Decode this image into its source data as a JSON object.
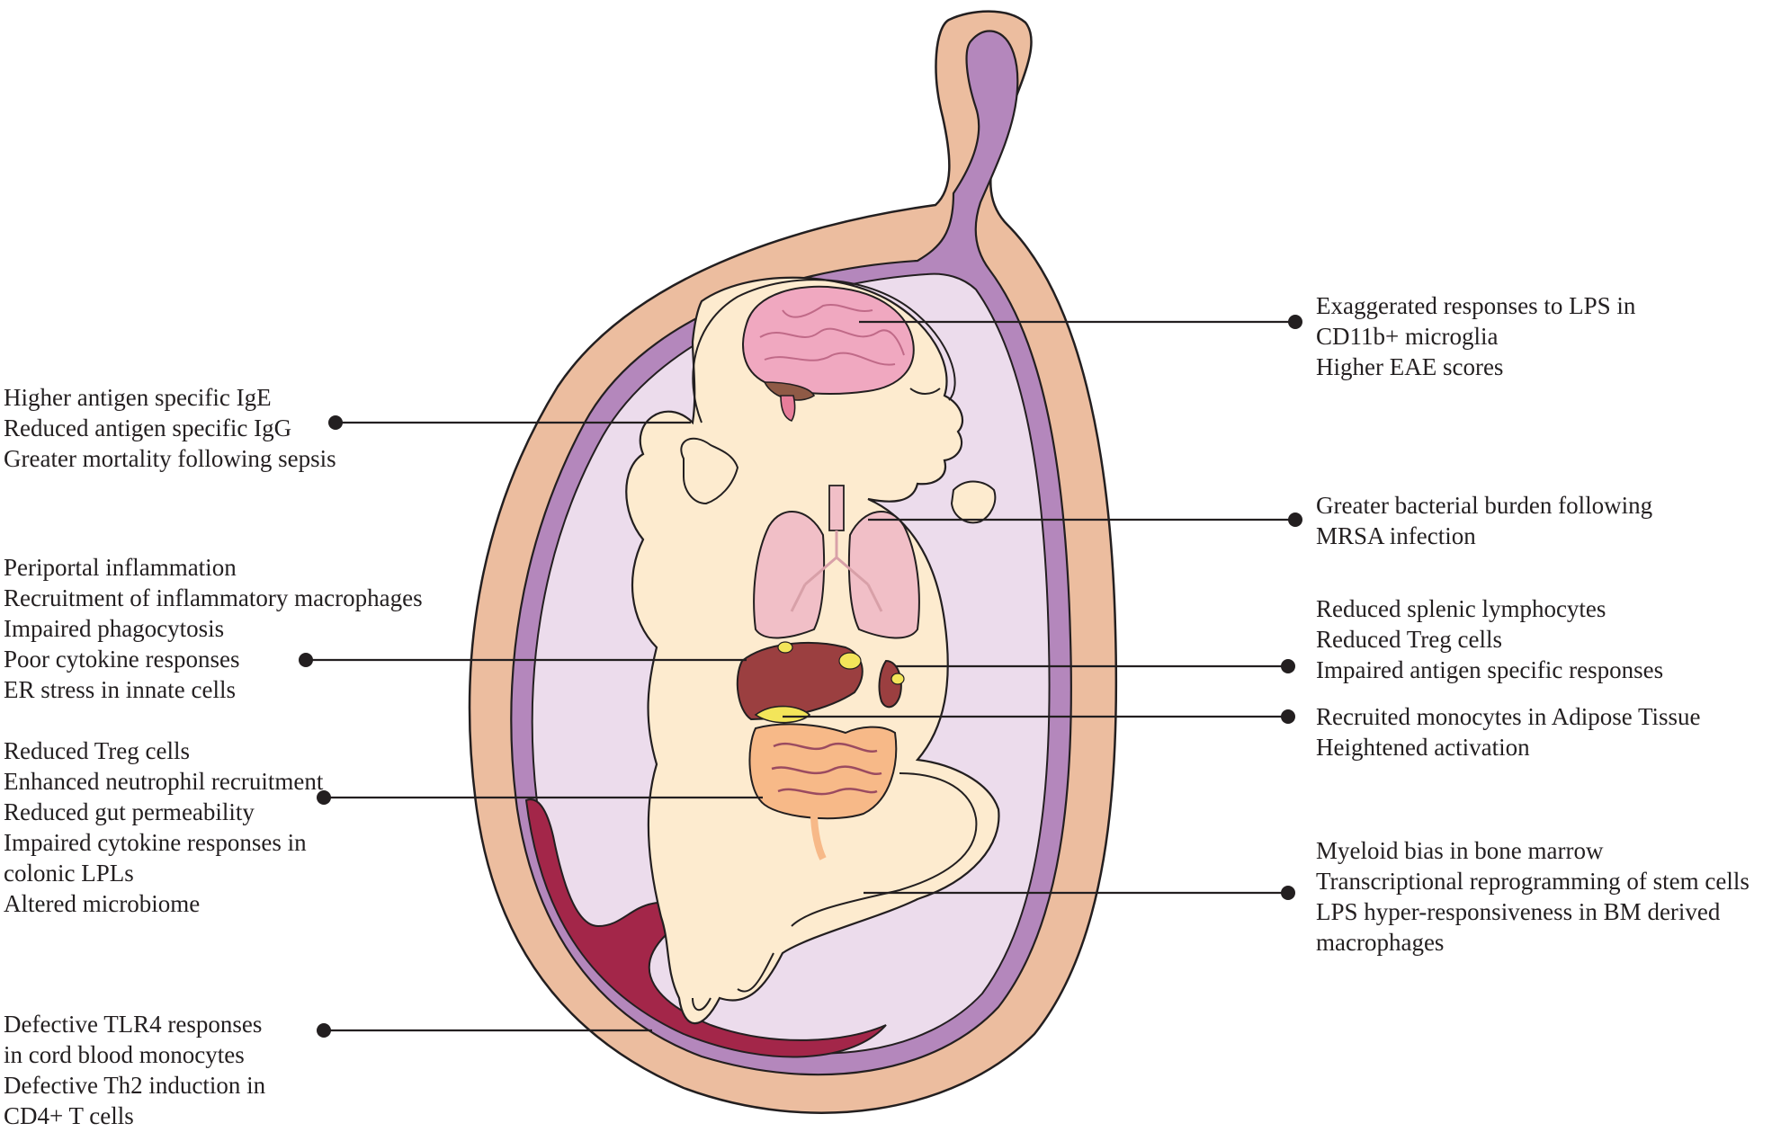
{
  "annotations": {
    "brain": [
      "Exaggerated responses to LPS in",
      "CD11b+ microglia",
      "Higher EAE scores"
    ],
    "lungs": [
      "Greater bacterial burden following",
      "MRSA infection"
    ],
    "spleen": [
      "Reduced splenic lymphocytes",
      "Reduced Treg cells",
      "Impaired antigen specific responses"
    ],
    "adipose": [
      "Recruited monocytes in Adipose Tissue",
      "Heightened activation"
    ],
    "bone_marrow": [
      "Myeloid bias in bone marrow",
      "Transcriptional reprogramming of stem cells",
      "LPS hyper-responsiveness in BM derived",
      "macrophages"
    ],
    "systemic": [
      "Higher antigen specific IgE",
      "Reduced antigen specific IgG",
      "Greater mortality following sepsis"
    ],
    "liver": [
      "Periportal inflammation",
      "Recruitment of inflammatory macrophages",
      "Impaired phagocytosis",
      "Poor cytokine responses",
      "ER stress in innate cells"
    ],
    "gut": [
      "Reduced Treg cells",
      "Enhanced neutrophil recruitment",
      "Reduced gut permeability",
      "Impaired cytokine responses in",
      "colonic LPLs",
      "Altered microbiome"
    ],
    "cord_blood": [
      "Defective TLR4 responses",
      "in cord blood monocytes",
      "Defective Th2 induction in",
      "CD4+ T cells"
    ]
  },
  "colors": {
    "uterus_wall": "#ecbd9f",
    "membrane": "#b487bc",
    "amniotic_fluid": "#ecdcec",
    "skin": "#fdebcf",
    "brain": "#f0a8c0",
    "lungs": "#f1bfc7",
    "liver": "#9b3f40",
    "fat": "#f3e55a",
    "colon": "#f7b988",
    "placenta": "#a32649",
    "outline": "#231f20"
  }
}
